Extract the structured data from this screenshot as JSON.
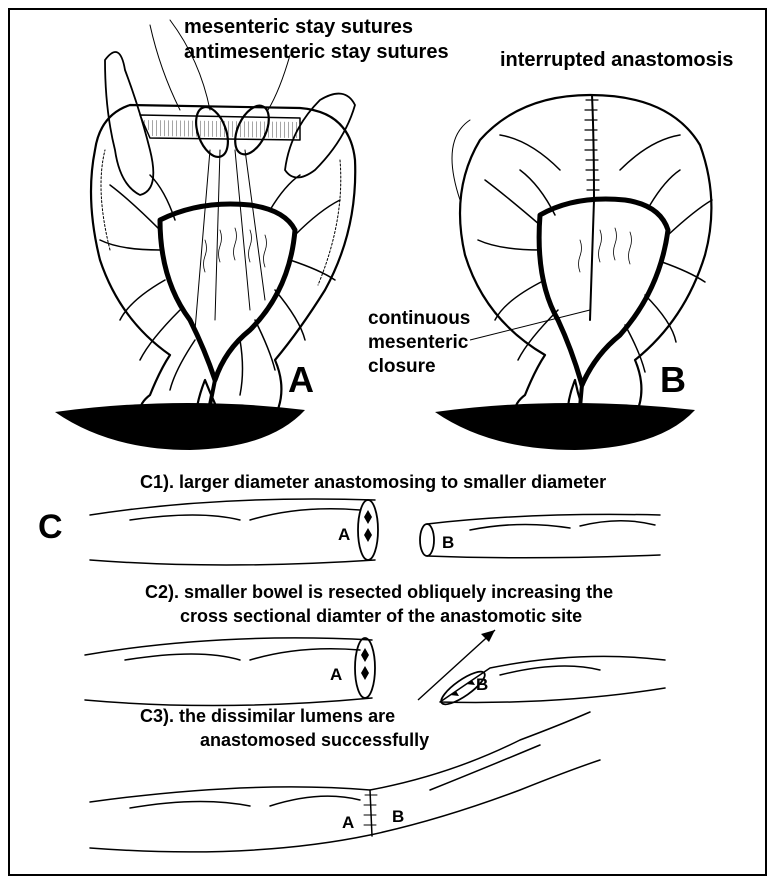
{
  "panelA": {
    "label_mes": "mesenteric stay sutures",
    "label_anti": "antimesenteric stay sutures",
    "letter": "A"
  },
  "panelB": {
    "label_interrupted": "interrupted anastomosis",
    "label_cont1": "continuous",
    "label_cont2": "mesenteric",
    "label_cont3": "closure",
    "letter": "B"
  },
  "panelC": {
    "letter": "C",
    "c1_caption": "C1). larger diameter anastomosing to smaller diameter",
    "c1_end_a": "A",
    "c1_end_b": "B",
    "c2_caption_1": "C2). smaller bowel is resected obliquely increasing the",
    "c2_caption_2": "cross sectional diamter of the anastomotic site",
    "c2_end_a": "A",
    "c2_end_b": "B",
    "c3_caption_1": "C3). the dissimilar lumens are",
    "c3_caption_2": "anastomosed successfully",
    "c3_end_a": "A",
    "c3_end_b": "B"
  },
  "colors": {
    "ink": "#000000",
    "paper": "#ffffff"
  }
}
